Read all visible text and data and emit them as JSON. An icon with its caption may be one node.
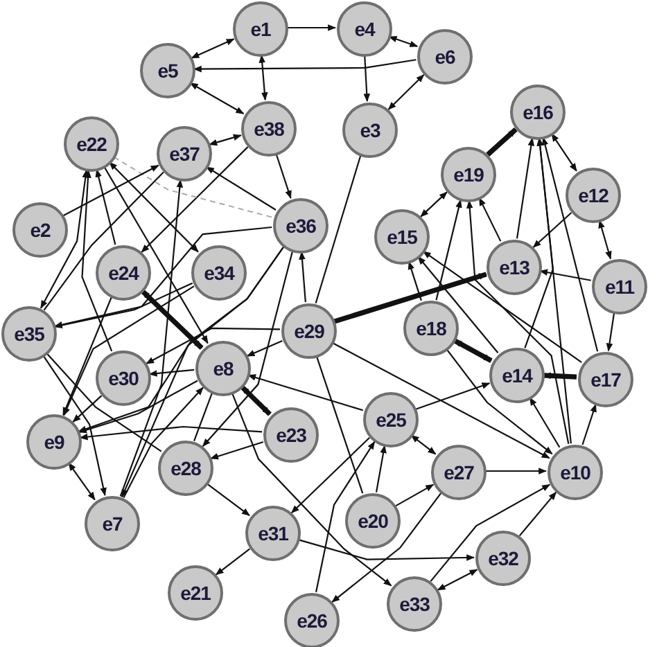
{
  "diagram": {
    "nodes": [
      {
        "text": [
          "e1"
        ]
      },
      {
        "text": [
          "e4"
        ]
      },
      {
        "text": [
          "e6"
        ]
      },
      {
        "text": [
          "e5"
        ]
      },
      {
        "text": [
          "e16"
        ]
      },
      {
        "text": [
          "e3"
        ]
      },
      {
        "text": [
          "e38"
        ]
      },
      {
        "text": [
          "e22"
        ]
      },
      {
        "text": [
          "e37"
        ]
      },
      {
        "text": [
          "e19"
        ]
      },
      {
        "text": [
          "e12"
        ]
      },
      {
        "text": [
          "e36"
        ]
      },
      {
        "text": [
          "e2"
        ]
      },
      {
        "text": [
          "e15"
        ]
      },
      {
        "text": [
          "e13"
        ]
      },
      {
        "text": [
          "e24"
        ]
      },
      {
        "text": [
          "e34"
        ]
      },
      {
        "text": [
          "e11"
        ]
      },
      {
        "text": [
          "e18"
        ]
      },
      {
        "text": [
          "e29"
        ]
      },
      {
        "text": [
          "e35"
        ]
      },
      {
        "text": [
          "e8"
        ]
      },
      {
        "text": [
          "e14"
        ]
      },
      {
        "text": [
          "e30"
        ]
      },
      {
        "text": [
          "e17"
        ]
      },
      {
        "text": [
          "e25"
        ]
      },
      {
        "text": [
          "e23"
        ]
      },
      {
        "text": [
          "e9"
        ]
      },
      {
        "text": [
          "e28"
        ]
      },
      {
        "text": [
          "e27"
        ]
      },
      {
        "text": [
          "e10"
        ]
      },
      {
        "text": [
          "e20"
        ]
      },
      {
        "text": [
          "e7"
        ]
      },
      {
        "text": [
          "e31"
        ]
      },
      {
        "text": [
          "e32"
        ]
      },
      {
        "text": [
          "e21"
        ]
      },
      {
        "text": [
          "e33"
        ]
      },
      {
        "text": [
          "e26"
        ]
      }
    ],
    "edges": [
      {
        "from": 0,
        "to": 1,
        "arrow": "to"
      },
      {
        "from": 0,
        "to": 3,
        "arrow": "both"
      },
      {
        "from": 0,
        "to": 6,
        "arrow": "both"
      },
      {
        "from": 2,
        "to": 3,
        "arrow": "to"
      },
      {
        "from": 1,
        "to": 2,
        "arrow": "both"
      },
      {
        "from": 1,
        "to": 5,
        "arrow": "to"
      },
      {
        "from": 2,
        "to": 5,
        "arrow": "both"
      },
      {
        "from": 3,
        "to": 6,
        "arrow": "both"
      },
      {
        "from": 6,
        "to": 8,
        "arrow": "both"
      },
      {
        "from": 6,
        "to": 11,
        "arrow": "to"
      },
      {
        "from": 6,
        "to": 15,
        "arrow": "to"
      },
      {
        "from": 11,
        "to": 8,
        "arrow": "to"
      },
      {
        "from": 7,
        "to": 11,
        "arrow": "none",
        "style": "dashed",
        "color": "#aaaaaa"
      },
      {
        "from": 12,
        "to": 8,
        "arrow": "to"
      },
      {
        "from": 20,
        "to": 8,
        "arrow": "none"
      },
      {
        "from": 32,
        "to": 8,
        "arrow": "to"
      },
      {
        "from": 7,
        "to": 20,
        "arrow": "both"
      },
      {
        "from": 15,
        "to": 7,
        "arrow": "to"
      },
      {
        "from": 23,
        "to": 7,
        "arrow": "to"
      },
      {
        "from": 7,
        "to": 16,
        "arrow": "both"
      },
      {
        "from": 7,
        "to": 21,
        "arrow": "to"
      },
      {
        "from": 11,
        "to": 20,
        "arrow": "to"
      },
      {
        "from": 16,
        "to": 20,
        "arrow": "to"
      },
      {
        "from": 15,
        "to": 21,
        "arrow": "both",
        "style": "thick"
      },
      {
        "from": 19,
        "to": 11,
        "arrow": "to"
      },
      {
        "from": 11,
        "to": 32,
        "arrow": "to"
      },
      {
        "from": 11,
        "to": 28,
        "arrow": "to"
      },
      {
        "from": 11,
        "to": 27,
        "arrow": "to"
      },
      {
        "from": 5,
        "to": 19,
        "arrow": "none"
      },
      {
        "from": 9,
        "to": 4,
        "arrow": "to",
        "style": "thick"
      },
      {
        "from": 9,
        "to": 13,
        "arrow": "both"
      },
      {
        "from": 18,
        "to": 9,
        "arrow": "to"
      },
      {
        "from": 14,
        "to": 4,
        "arrow": "to"
      },
      {
        "from": 22,
        "to": 4,
        "arrow": "to"
      },
      {
        "from": 24,
        "to": 4,
        "arrow": "to"
      },
      {
        "from": 4,
        "to": 10,
        "arrow": "both"
      },
      {
        "from": 10,
        "to": 17,
        "arrow": "both"
      },
      {
        "from": 10,
        "to": 14,
        "arrow": "to"
      },
      {
        "from": 17,
        "to": 14,
        "arrow": "to"
      },
      {
        "from": 17,
        "to": 24,
        "arrow": "to"
      },
      {
        "from": 14,
        "to": 9,
        "arrow": "to"
      },
      {
        "from": 19,
        "to": 14,
        "arrow": "to",
        "style": "thick"
      },
      {
        "from": 18,
        "to": 13,
        "arrow": "to"
      },
      {
        "from": 22,
        "to": 13,
        "arrow": "to"
      },
      {
        "from": 24,
        "to": 13,
        "arrow": "to"
      },
      {
        "from": 30,
        "to": 9,
        "arrow": "to"
      },
      {
        "from": 30,
        "to": 4,
        "arrow": "to"
      },
      {
        "from": 30,
        "to": 24,
        "arrow": "to"
      },
      {
        "from": 30,
        "to": 22,
        "arrow": "to"
      },
      {
        "from": 24,
        "to": 22,
        "arrow": "to",
        "style": "thick"
      },
      {
        "from": 18,
        "to": 22,
        "arrow": "both",
        "style": "thick"
      },
      {
        "from": 25,
        "to": 22,
        "arrow": "to"
      },
      {
        "from": 19,
        "to": 30,
        "arrow": "to"
      },
      {
        "from": 18,
        "to": 30,
        "arrow": "to"
      },
      {
        "from": 29,
        "to": 30,
        "arrow": "to"
      },
      {
        "from": 25,
        "to": 29,
        "arrow": "both"
      },
      {
        "from": 31,
        "to": 29,
        "arrow": "to"
      },
      {
        "from": 31,
        "to": 25,
        "arrow": "to"
      },
      {
        "from": 37,
        "to": 25,
        "arrow": "to"
      },
      {
        "from": 29,
        "to": 37,
        "arrow": "to"
      },
      {
        "from": 34,
        "to": 30,
        "arrow": "to"
      },
      {
        "from": 36,
        "to": 30,
        "arrow": "to"
      },
      {
        "from": 34,
        "to": 36,
        "arrow": "both"
      },
      {
        "from": 33,
        "to": 34,
        "arrow": "to"
      },
      {
        "from": 33,
        "to": 35,
        "arrow": "to"
      },
      {
        "from": 21,
        "to": 36,
        "arrow": "to"
      },
      {
        "from": 28,
        "to": 33,
        "arrow": "to"
      },
      {
        "from": 31,
        "to": 19,
        "arrow": "none"
      },
      {
        "from": 26,
        "to": 27,
        "arrow": "to"
      },
      {
        "from": 21,
        "to": 26,
        "arrow": "both",
        "style": "thick"
      },
      {
        "from": 25,
        "to": 21,
        "arrow": "to"
      },
      {
        "from": 21,
        "to": 23,
        "arrow": "to"
      },
      {
        "from": 19,
        "to": 21,
        "arrow": "to"
      },
      {
        "from": 26,
        "to": 28,
        "arrow": "to"
      },
      {
        "from": 21,
        "to": 27,
        "arrow": "to"
      },
      {
        "from": 23,
        "to": 27,
        "arrow": "to"
      },
      {
        "from": 27,
        "to": 32,
        "arrow": "both"
      },
      {
        "from": 20,
        "to": 32,
        "arrow": "to"
      },
      {
        "from": 20,
        "to": 28,
        "arrow": "none"
      },
      {
        "from": 32,
        "to": 21,
        "arrow": "to"
      },
      {
        "from": 28,
        "to": 21,
        "arrow": "none"
      },
      {
        "from": 19,
        "to": 23,
        "arrow": "to"
      },
      {
        "from": 25,
        "to": 33,
        "arrow": "to"
      },
      {
        "from": 15,
        "to": 27,
        "arrow": "to"
      },
      {
        "from": 16,
        "to": 27,
        "arrow": "to"
      }
    ]
  }
}
